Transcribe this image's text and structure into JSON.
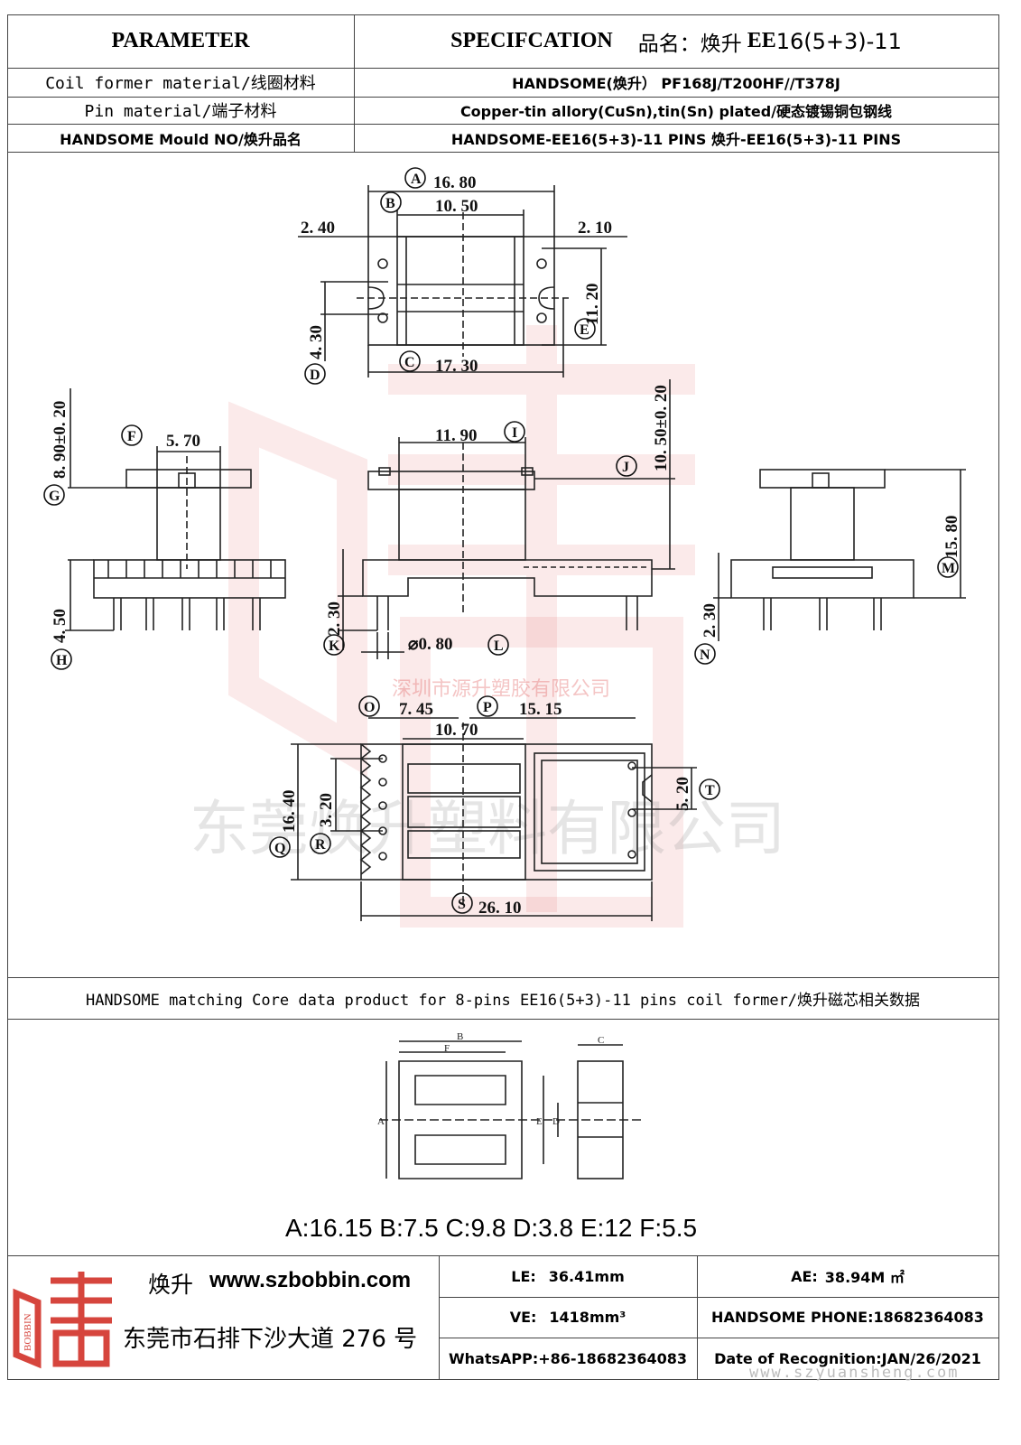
{
  "header": {
    "parameter": "PARAMETER",
    "specification": "SPECIFCATION",
    "product_label": "品名：焕升",
    "product_code": "EE",
    "product_model": "16(5+3)-11"
  },
  "params": [
    {
      "label": "Coil former material/线圈材料",
      "value": "HANDSOME(焕升）  PF168J/T200HF//T378J"
    },
    {
      "label": "Pin material/端子材料",
      "value": "Copper-tin allory(CuSn),tin(Sn) plated/硬态镀锡铜包钢线"
    },
    {
      "label": "HANDSOME Mould NO/焕升品名",
      "value": "HANDSOME-EE16(5+3)-11 PINS    焕升-EE16(5+3)-11 PINS"
    }
  ],
  "drawing": {
    "dims": {
      "A": "16. 80",
      "B": "10. 50",
      "left_flange": "2. 40",
      "right_flange": "2. 10",
      "C": "17. 30",
      "D": "4. 30",
      "E": "11. 20",
      "F": "5. 70",
      "G": "8. 90±0. 20",
      "H": "4. 50",
      "I": "11. 90",
      "J": "10. 50±0. 20",
      "K": "2. 30",
      "L": "⌀0. 80",
      "M": "15. 80",
      "N": "2. 30",
      "O": "7. 45",
      "P": "15. 15",
      "center": "10. 70",
      "Q": "16. 40",
      "R": "3. 20",
      "S": "26. 10",
      "T": "5. 20"
    },
    "watermark_top": "深圳市源升塑胶有限公司",
    "watermark_mid": "东莞焕升塑料有限公司"
  },
  "core": {
    "title": "HANDSOME matching Core data  product for 8-pins EE16(5+3)-11 pins coil former/焕升磁芯相关数据",
    "values": "A:16.15 B:7.5 C:9.8 D:3.8 E:12 F:5.5",
    "letters": {
      "A": "A",
      "B": "B",
      "C": "C",
      "D": "D",
      "E": "E",
      "F": "F"
    }
  },
  "footer": {
    "brand": "焕升",
    "url": "www.szbobbin.com",
    "address": "东莞市石排下沙大道 276 号",
    "logo_text": "BOBBIN",
    "le_label": "LE:",
    "le_value": "36.41mm",
    "ae_label": "AE:",
    "ae_value": "38.94M ㎡",
    "ve_label": "VE:",
    "ve_value": "1418mm³",
    "phone": "HANDSOME PHONE:18682364083",
    "whatsapp": "WhatsAPP:+86-18682364083",
    "date": "Date of Recognition:JAN/26/2021",
    "site_watermark": "www.szyuansheng.com"
  },
  "colors": {
    "line": "#333333",
    "watermark": "#e05a5a",
    "logo": "#d6453d"
  }
}
